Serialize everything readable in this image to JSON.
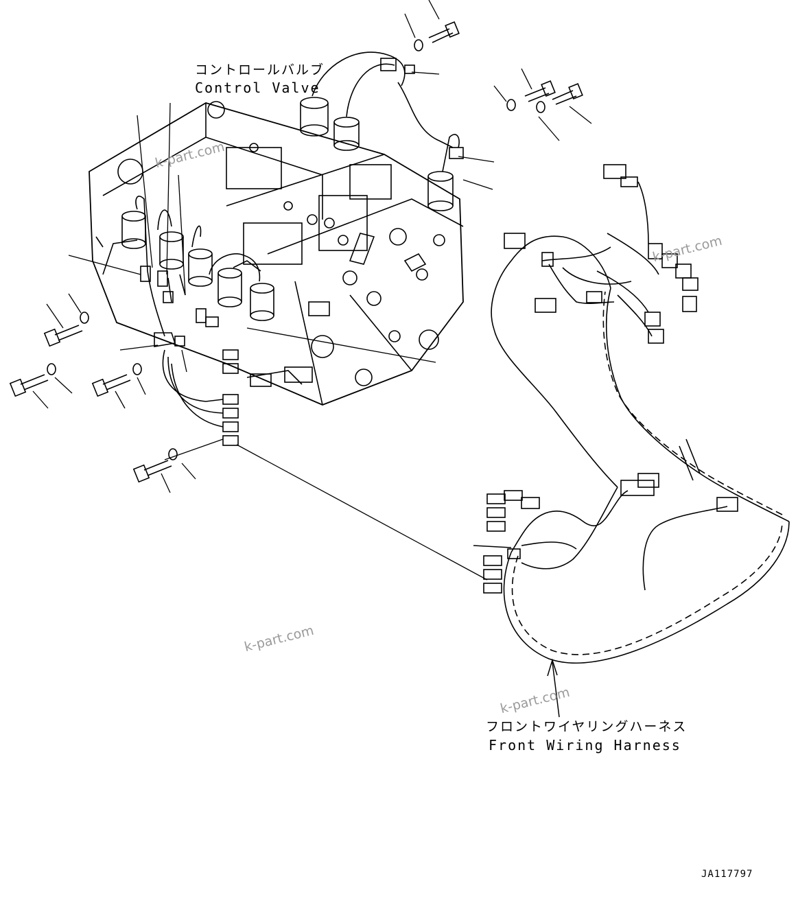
{
  "labels": {
    "control_valve_jp": "コントロールバルブ",
    "control_valve_en": "Control Valve",
    "harness_jp": "フロントワイヤリングハーネス",
    "harness_en": "Front Wiring Harness"
  },
  "drawing_code": "JA117797",
  "watermark": "k-part.com",
  "colors": {
    "line": "#000000",
    "background": "#ffffff",
    "watermark": "#9a9a9a"
  }
}
